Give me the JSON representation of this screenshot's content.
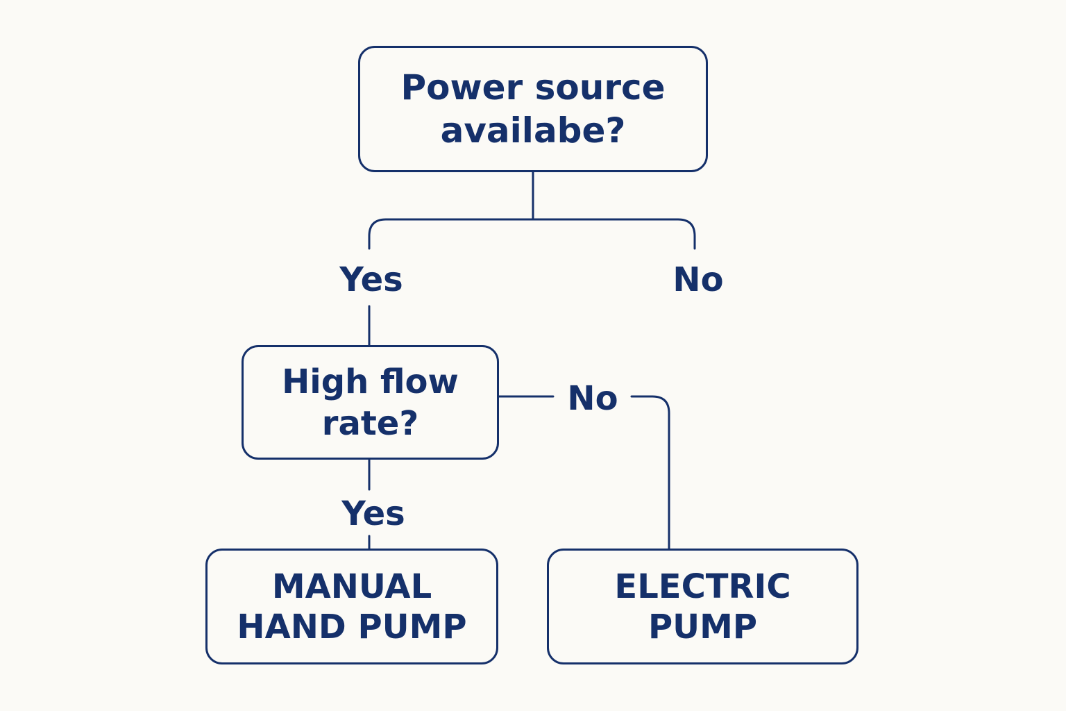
{
  "diagram": {
    "nodes": {
      "power_source": {
        "line1": "Power source",
        "line2": "availabe?"
      },
      "high_flow": {
        "line1": "High flow",
        "line2": "rate?"
      },
      "manual": {
        "line1": "MANUAL",
        "line2": "HAND PUMP"
      },
      "electric": {
        "line1": "ELECTRIC",
        "line2": "PUMP"
      }
    },
    "edges": {
      "power_yes": "Yes",
      "power_no": "No",
      "flow_no": "No",
      "flow_yes": "Yes"
    },
    "colors": {
      "ink": "#15306a",
      "background": "#fbfaf6"
    }
  }
}
